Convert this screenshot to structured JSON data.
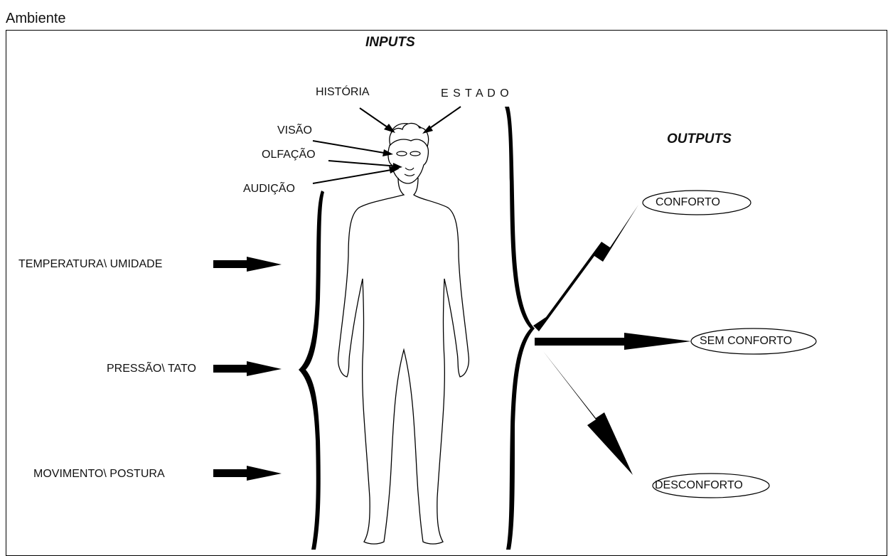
{
  "header": {
    "label": "Ambiente"
  },
  "sections": {
    "inputs": "INPUTS",
    "outputs": "OUTPUTS"
  },
  "senses": {
    "historia": "HISTÓRIA",
    "estado": "E S T A D O",
    "visao": "VISÃO",
    "olfacao": "OLFAÇÃO",
    "audicao": "AUDIÇÃO"
  },
  "inputs": [
    {
      "label": "TEMPERATURA\\ UMIDADE"
    },
    {
      "label": "PRESSÃO\\ TATO"
    },
    {
      "label": "MOVIMENTO\\ POSTURA"
    }
  ],
  "outputs": [
    {
      "label": "CONFORTO"
    },
    {
      "label": "SEM CONFORTO"
    },
    {
      "label": "DESCONFORTO"
    }
  ]
}
